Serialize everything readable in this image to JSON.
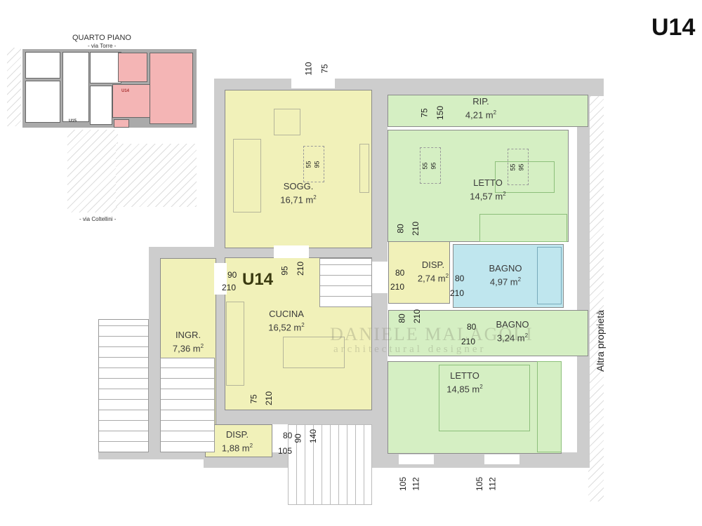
{
  "unit_title": "U14",
  "key_plan": {
    "floor": "QUARTO PIANO",
    "street_top": "- via Torre -",
    "street_bottom": "- via Coltellini -",
    "unit_highlight": "U14",
    "unit_other": "U15"
  },
  "plan": {
    "unit_label": "U14",
    "neighbor_label": "Altra proprietà",
    "rooms": {
      "soggiorno": {
        "name": "SOGG.",
        "area": "16,71 m",
        "exp": "2"
      },
      "ripostiglio": {
        "name": "RIP.",
        "area": "4,21 m",
        "exp": "2"
      },
      "letto1": {
        "name": "LETTO",
        "area": "14,57 m",
        "exp": "2"
      },
      "disp1": {
        "name": "DISP.",
        "area": "2,74 m",
        "exp": "2"
      },
      "bagno1": {
        "name": "BAGNO",
        "area": "4,97 m",
        "exp": "2"
      },
      "bagno2": {
        "name": "BAGNO",
        "area": "3,24 m",
        "exp": "2"
      },
      "letto2": {
        "name": "LETTO",
        "area": "14,85 m",
        "exp": "2"
      },
      "cucina": {
        "name": "CUCINA",
        "area": "16,52 m",
        "exp": "2"
      },
      "ingresso": {
        "name": "INGR.",
        "area": "7,36 m",
        "exp": "2"
      },
      "disp2": {
        "name": "DISP.",
        "area": "1,88 m",
        "exp": "2"
      }
    },
    "dimensions": {
      "top_window": [
        "110",
        "75"
      ],
      "rip_door": [
        "75",
        "150"
      ],
      "sogg_skylight": [
        "55",
        "95"
      ],
      "letto_skylight_a": [
        "55",
        "95"
      ],
      "letto_skylight_b": [
        "55",
        "95"
      ],
      "letto1_door": [
        "80",
        "210"
      ],
      "cucina_door": [
        "95",
        "210"
      ],
      "entry_door": [
        "90",
        "210"
      ],
      "disp1_door": [
        "80",
        "210"
      ],
      "bagno1_door": [
        "80",
        "210"
      ],
      "letto2_door": [
        "80",
        "210"
      ],
      "bagno2_door": [
        "80",
        "210"
      ],
      "disp2_door": [
        "75",
        "210"
      ],
      "balcony_door": [
        "80",
        "90",
        "140"
      ],
      "balcony_side": "105",
      "letto2_window_a": [
        "105",
        "112"
      ],
      "letto2_window_b": [
        "105",
        "112"
      ]
    }
  },
  "watermark": {
    "name": "DANIELE MALAGOLI",
    "subtitle": "architectural designer"
  },
  "colors": {
    "yellow": "#f1f1b9",
    "green": "#d5efc3",
    "blue": "#bfe6ee",
    "wall": "#cdcdcd",
    "highlight": "#f4b5b5"
  }
}
